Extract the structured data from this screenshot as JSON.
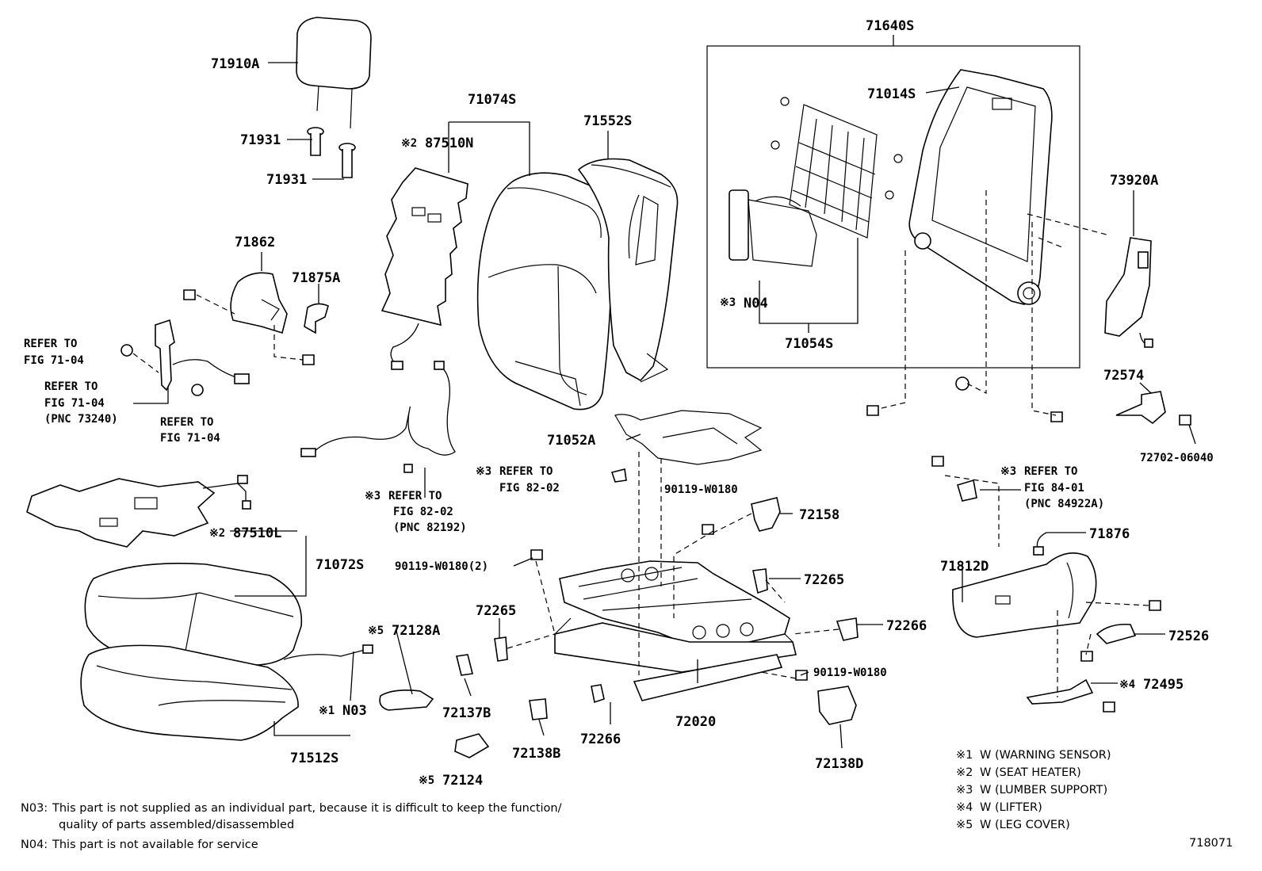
{
  "labels": {
    "headrest": "71910A",
    "support_a": "71931",
    "support_b": "71931",
    "back_cover": "71074S",
    "back_heater_mark": "※2",
    "back_heater": "87510N",
    "back_pad": "71552S",
    "back_frame_assy": "71640S",
    "back_frame": "71014S",
    "lumbar_mark": "※3",
    "lumbar_n04": "N04",
    "lumbar_assy": "71054S",
    "side_air": "73920A",
    "belt_cover": "71862",
    "cover_clip": "71875A",
    "refer_a1": "REFER TO",
    "refer_a2": "FIG 71-04",
    "refer_b1": "REFER TO",
    "refer_b2": "FIG 71-04",
    "refer_b3": "(PNC 73240)",
    "refer_c1": "REFER TO",
    "refer_c2": "FIG 71-04",
    "refer_d_mark": "※3",
    "refer_d1": "REFER TO",
    "refer_d2": "FIG 82-02",
    "refer_d3": "(PNC 82192)",
    "refer_e_mark": "※3",
    "refer_e1": "REFER TO",
    "refer_e2": "FIG 82-02",
    "refer_f_mark": "※3",
    "refer_f1": "REFER TO",
    "refer_f2": "FIG 84-01",
    "refer_f3": "(PNC 84922A)",
    "spring": "71052A",
    "cushion_heater_mark": "※2",
    "cushion_heater": "87510L",
    "cushion_cover": "71072S",
    "cushion_pad": "71512S",
    "sensor_mark": "※1",
    "sensor_n03": "N03",
    "leg_cover_mark": "※5",
    "leg_cover": "72128A",
    "leg_cover2_mark": "※5",
    "leg_cover2": "72124",
    "bolt_a": "90119-W0180",
    "bolt_b": "90119-W0180(2)",
    "bolt_c": "90119-W0180",
    "adjuster": "72020",
    "cover_72158": "72158",
    "cover_72265a": "72265",
    "cover_72265b": "72265",
    "cover_72266a": "72266",
    "cover_72266b": "72266",
    "cover_72137B": "72137B",
    "cover_72138B": "72138B",
    "cover_72138D": "72138D",
    "shield": "71812D",
    "clip_71876": "71876",
    "knob_72526": "72526",
    "lifter_mark": "※4",
    "lifter_knob": "72495",
    "hinge_cover": "72574",
    "screw": "72702-06040"
  },
  "legend": [
    {
      "mark": "※1",
      "text": "W (WARNING  SENSOR)"
    },
    {
      "mark": "※2",
      "text": "W (SEAT  HEATER)"
    },
    {
      "mark": "※3",
      "text": "W (LUMBER  SUPPORT)"
    },
    {
      "mark": "※4",
      "text": "W (LIFTER)"
    },
    {
      "mark": "※5",
      "text": "W (LEG  COVER)"
    }
  ],
  "notes": {
    "n03_code": "N03:",
    "n03_line1": "This part is not supplied as an individual part, because it is difficult to keep the function/",
    "n03_line2": "quality of parts assembled/disassembled",
    "n04_code": "N04:",
    "n04_line1": "This part is not available for service"
  },
  "figure_id": "718071"
}
